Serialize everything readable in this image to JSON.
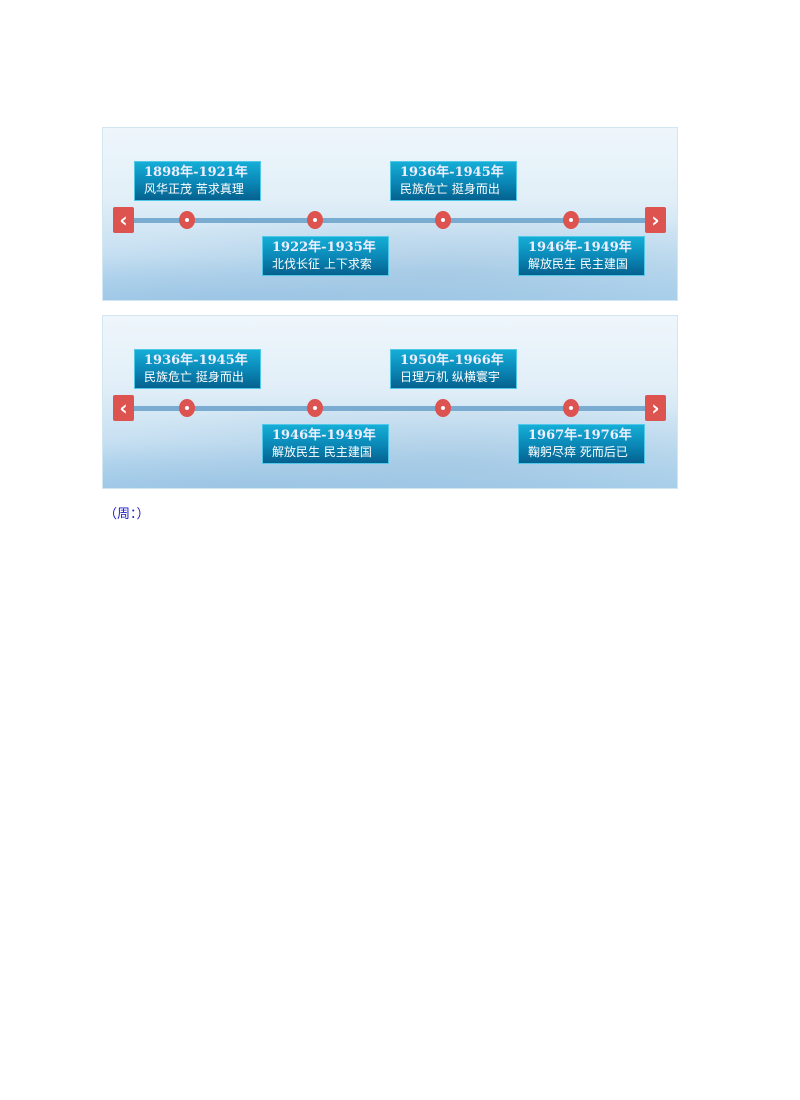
{
  "timelines": [
    {
      "items": [
        {
          "years": "1898年-1921年",
          "text": "风华正茂 苦求真理"
        },
        {
          "years": "1922年-1935年",
          "text": "北伐长征 上下求索"
        },
        {
          "years": "1936年-1945年",
          "text": "民族危亡 挺身而出"
        },
        {
          "years": "1946年-1949年",
          "text": "解放民生 民主建国"
        }
      ],
      "prev": "‹",
      "next": "›"
    },
    {
      "items": [
        {
          "years": "1936年-1945年",
          "text": "民族危亡 挺身而出"
        },
        {
          "years": "1946年-1949年",
          "text": "解放民生 民主建国"
        },
        {
          "years": "1950年-1966年",
          "text": "日理万机 纵横寰宇"
        },
        {
          "years": "1967年-1976年",
          "text": "鞠躬尽瘁 死而后已"
        }
      ],
      "prev": "‹",
      "next": "›"
    }
  ],
  "caption": "（周：）",
  "colors": {
    "accent": "#dc5350",
    "box": "#0a86b5",
    "line": "#79acd0",
    "caption": "#1a1ac8"
  }
}
